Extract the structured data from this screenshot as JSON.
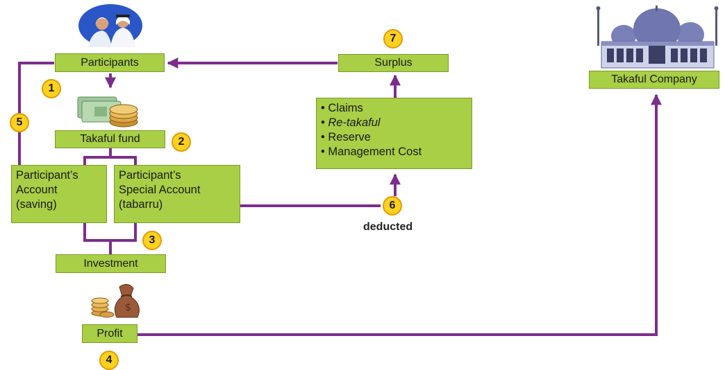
{
  "boxes": {
    "participants": "Participants",
    "surplus": "Surplus",
    "takaful_company": "Takaful Company",
    "takaful_fund": "Takaful fund",
    "account_saving": [
      "Participant’s",
      "Account",
      "(saving)"
    ],
    "account_tabarru": [
      "Participant’s",
      "Special Account",
      "(tabarru)"
    ],
    "deductions": [
      "• Claims",
      "• Re-takaful",
      "• Reserve",
      "• Management Cost"
    ],
    "investment": "Investment",
    "profit": "Profit"
  },
  "steps": [
    "1",
    "2",
    "3",
    "4",
    "5",
    "6",
    "7"
  ],
  "labels": {
    "deducted": "deducted"
  },
  "icons": [
    "participants-couple-icon",
    "money-cash-icon",
    "coins-moneybag-icon",
    "mosque-building-icon"
  ],
  "colors": {
    "box_fill": "#a8cf45",
    "arrow": "#7b2e8c",
    "badge": "#ffd21f"
  }
}
